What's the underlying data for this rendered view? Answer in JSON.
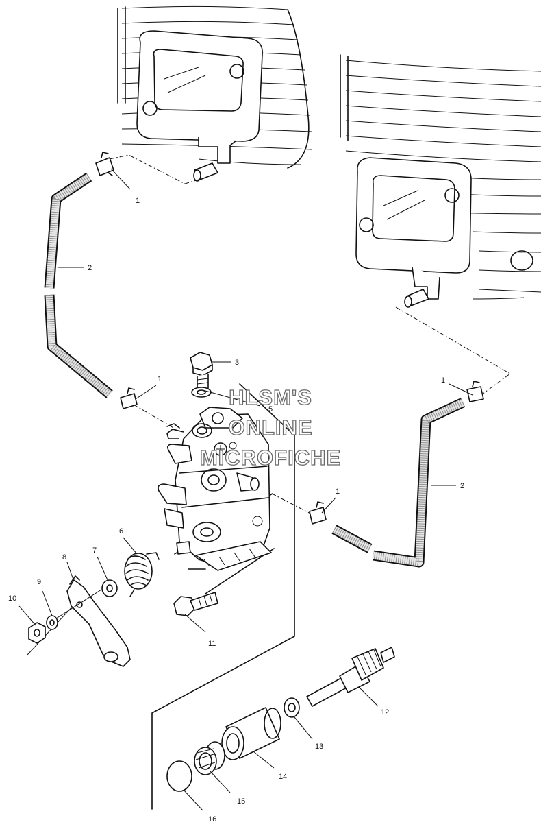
{
  "diagram": {
    "watermark": {
      "line1": "HLSM'S",
      "line2": "ONLINE",
      "line3": "MICROFICHE"
    },
    "callouts": {
      "clamp_top_left": "1",
      "hose_left": "2",
      "bolt_top": "3",
      "clamp_mid_left": "1",
      "washer_top": "5",
      "clamp_right_top": "1",
      "hose_right": "2",
      "clamp_right_mid": "1",
      "spring": "6",
      "washer_lever": "7",
      "lever": "8",
      "washer_small": "9",
      "nut": "10",
      "bolt_lower": "11",
      "shaft_gear": "12",
      "washer_shaft": "13",
      "bushing": "14",
      "seal": "15",
      "o_ring": "16"
    }
  }
}
